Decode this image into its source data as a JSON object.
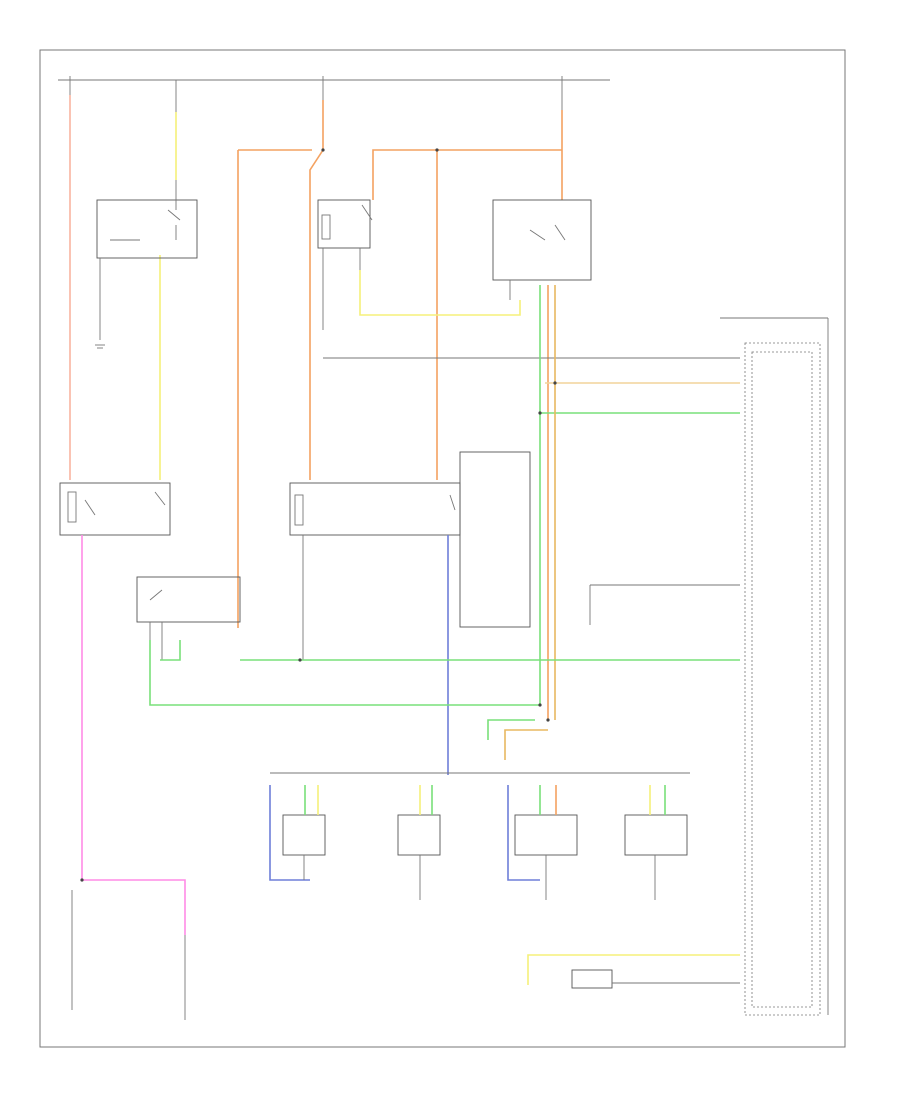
{
  "page": {
    "background": "#ffffff"
  },
  "colors": {
    "orange": "#f4a261",
    "salmon": "#f8b4a0",
    "yellow": "#f5f07a",
    "green": "#79e07a",
    "pink": "#ff8ce6",
    "blue": "#6e7fd8",
    "tan": "#e8b860",
    "line": "#777777"
  },
  "icons": [
    "ground-symbol",
    "bulb-symbol",
    "switch-symbol",
    "splice-dot"
  ],
  "labels": []
}
